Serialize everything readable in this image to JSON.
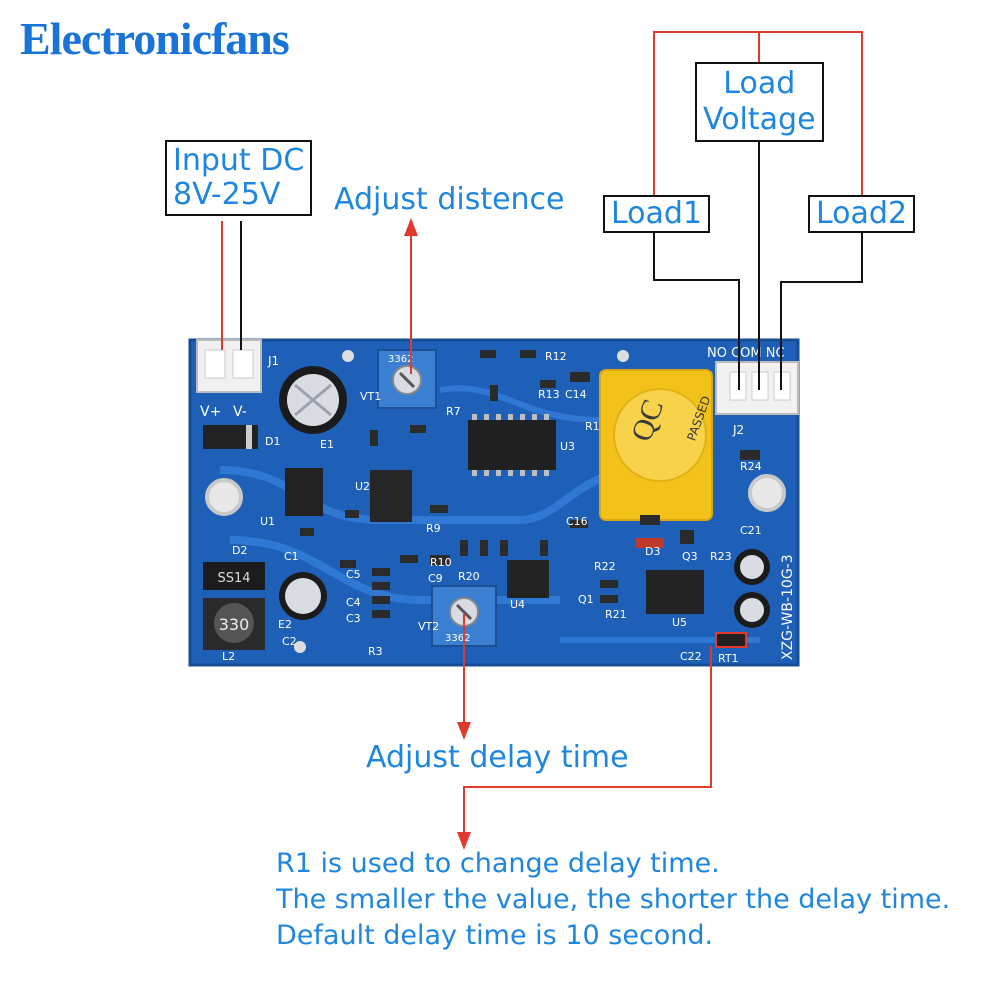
{
  "brand": "Electronicfans",
  "labels": {
    "input_dc_line1": "Input DC",
    "input_dc_line2": "8V-25V",
    "adjust_distance": "Adjust distence",
    "load_voltage_line1": "Load",
    "load_voltage_line2": "Voltage",
    "load1": "Load1",
    "load2": "Load2",
    "adjust_delay": "Adjust delay time"
  },
  "notes": [
    "R1 is used to change delay time.",
    "The smaller the value, the shorter the delay time.",
    "Default delay time is 10 second."
  ],
  "board": {
    "j1_label": "J1",
    "j2_label": "J2",
    "vplus": "V+",
    "vminus": "V-",
    "relay_terminals": "NO COM NC",
    "relay_text_1": "QC",
    "relay_text_2": "PASSED",
    "pot_code": "3362",
    "inductor_code": "330",
    "diode_code": "SS14",
    "board_id": "XZG-WB-10G-3",
    "ref_labels": [
      "U1",
      "U2",
      "U3",
      "U4",
      "U5",
      "D1",
      "D2",
      "D3",
      "Q1",
      "Q3",
      "L2",
      "E1",
      "E2",
      "VT1",
      "VT2",
      "R1",
      "R3",
      "R7",
      "R9",
      "R10",
      "R12",
      "R13",
      "R20",
      "R21",
      "R22",
      "R23",
      "R24",
      "C1",
      "C2",
      "C3",
      "C4",
      "C5",
      "C9",
      "C14",
      "C16",
      "C21",
      "C22",
      "RT1"
    ]
  },
  "colors": {
    "label_blue": "#1f86e0",
    "wire_red": "#e03a2f",
    "pcb_blue": "#1e5fb8",
    "relay_yellow": "#f2c21b"
  }
}
